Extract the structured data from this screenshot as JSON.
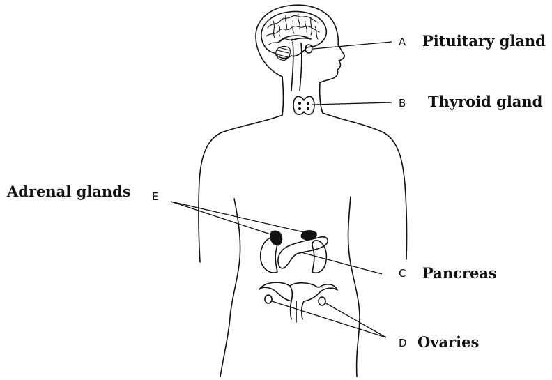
{
  "labels": {
    "A": {
      "letter": "A",
      "name": "Pituitary gland"
    },
    "B": {
      "letter": "B",
      "name": "Thyroid gland"
    },
    "C": {
      "letter": "C",
      "name": "Pancreas"
    },
    "D": {
      "letter": "D",
      "name": "Ovaries"
    },
    "E": {
      "letter": "E",
      "name": "Adrenal glands"
    }
  }
}
